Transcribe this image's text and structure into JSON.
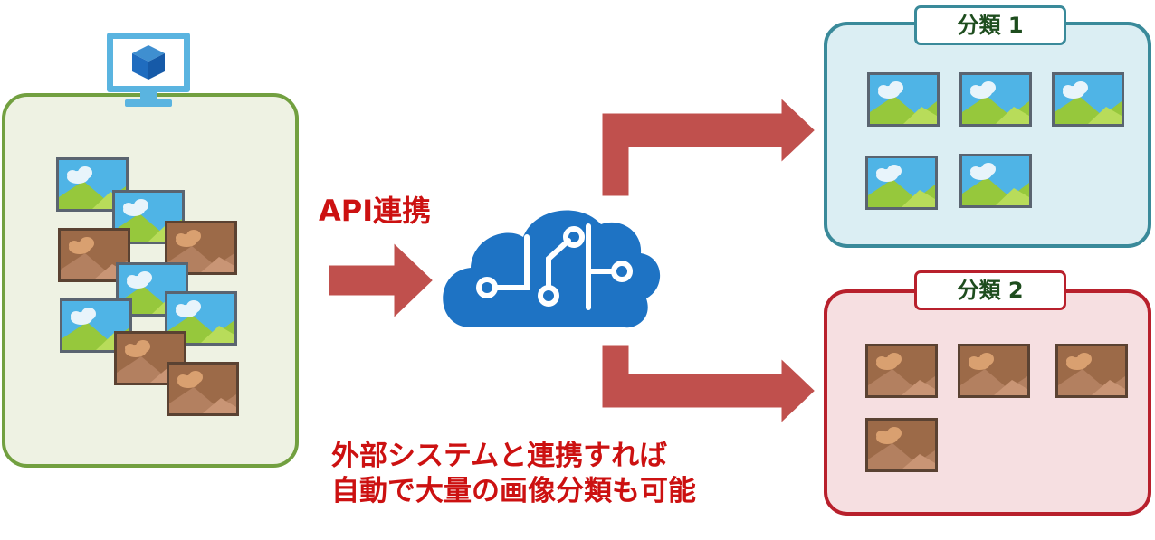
{
  "api_label": "API連携",
  "caption": {
    "line1": "外部システムと連携すれば",
    "line2": "自動で大量の画像分類も可能"
  },
  "groups": [
    {
      "label": "分類 1",
      "kind": "landscape",
      "count": 5
    },
    {
      "label": "分類 2",
      "kind": "mountain",
      "count": 4
    }
  ],
  "colors": {
    "source_border": "#72a040",
    "source_fill": "#eef2e3",
    "group1_border": "#3a8a9a",
    "group1_fill": "#dbeef3",
    "group2_border": "#b8202c",
    "group2_fill": "#f6dfe1",
    "arrow": "#c0504d",
    "cloud": "#1e73c4",
    "text_red": "#cc1111",
    "tag_text": "#1e4d1e"
  },
  "icons": {
    "source": "monitor-cube-icon",
    "ai": "cognitive-services-cloud-icon",
    "image_landscape": "landscape-image-icon",
    "image_mountain": "mountain-image-icon"
  }
}
